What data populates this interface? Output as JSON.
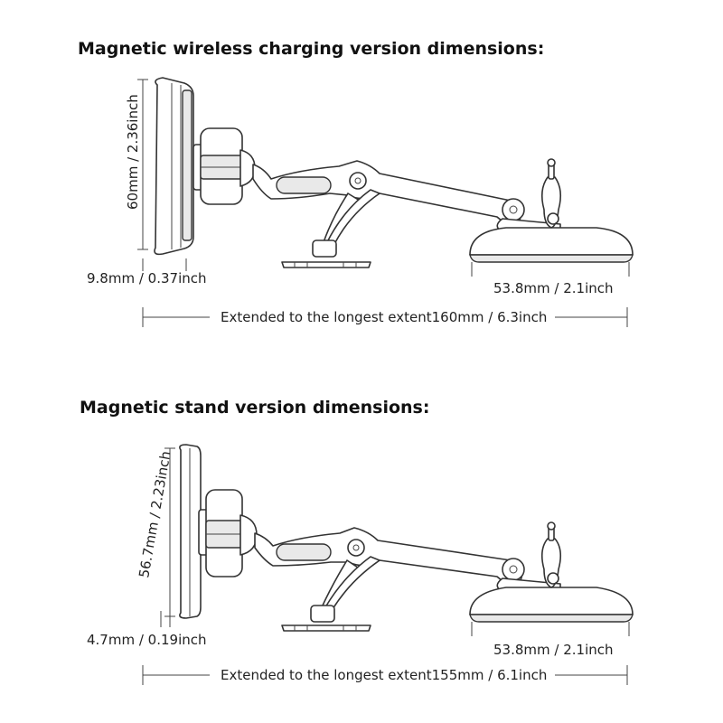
{
  "sections": [
    {
      "title": "Magnetic wireless charging version dimensions:",
      "height_label": "60mm / 2.36inch",
      "thickness_label": "9.8mm / 0.37inch",
      "base_label": "53.8mm / 2.1inch",
      "extent_label": "Extended to the longest extent160mm / 6.3inch"
    },
    {
      "title": "Magnetic stand version dimensions:",
      "height_label": "56.7mm / 2.23inch",
      "thickness_label": "4.7mm / 0.19inch",
      "base_label": "53.8mm / 2.1inch",
      "extent_label": "Extended to the longest extent155mm / 6.1inch"
    }
  ]
}
